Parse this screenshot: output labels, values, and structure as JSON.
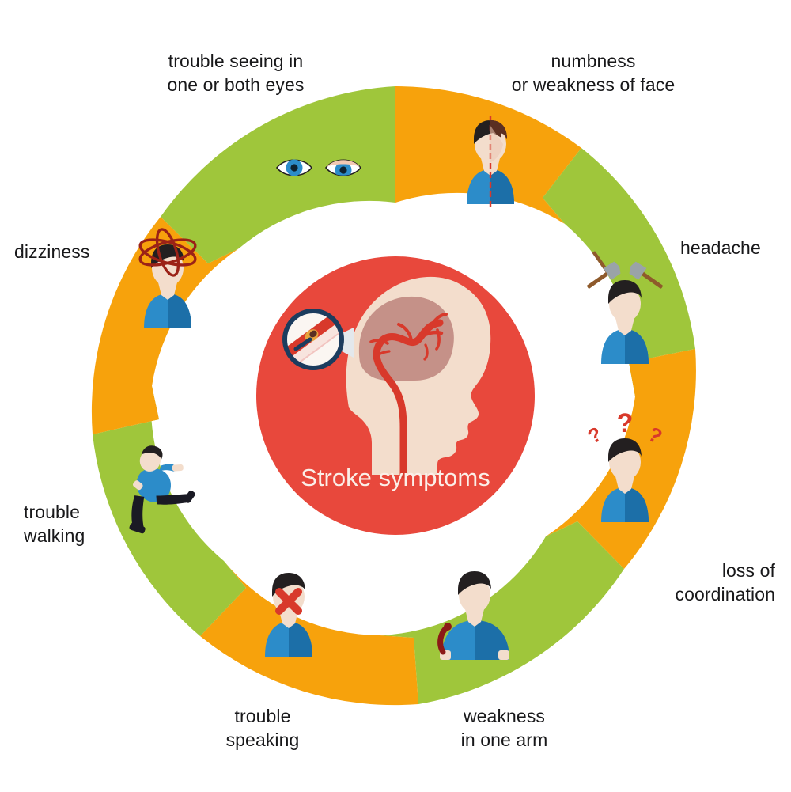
{
  "title": "Stroke symptoms infographic",
  "center": {
    "caption": "Stroke symptoms",
    "icons": [
      {
        "name": "head-profile-icon"
      },
      {
        "name": "brain-icon"
      },
      {
        "name": "artery-icon"
      },
      {
        "name": "magnifier-icon"
      },
      {
        "name": "blood-clot-icon"
      }
    ]
  },
  "colors": {
    "green": "#9FC63B",
    "orange": "#F7A20C",
    "red": "#E8483C",
    "skin": "#F3DDCC",
    "brain": "#C59188",
    "artery": "#D8392B",
    "shirt": "#2C8CC9",
    "shirt_dark": "#1C6FA8",
    "hair": "#231F20",
    "hair_dark": "#5B2F22",
    "navy": "#1C3C5E",
    "text": "#18181a",
    "white": "#ffffff"
  },
  "segments": [
    {
      "id": "numbness",
      "label": "numbness\nor weakness of face",
      "color_key": "orange",
      "icon": "face-asymmetry-icon",
      "position": "top-right"
    },
    {
      "id": "headache",
      "label": "headache",
      "color_key": "green",
      "icon": "hammers-head-icon",
      "position": "right-upper"
    },
    {
      "id": "loss-of-coordination",
      "label": "loss of\ncoordination",
      "color_key": "orange",
      "icon": "question-marks-head-icon",
      "position": "right-lower"
    },
    {
      "id": "weakness-in-one-arm",
      "label": "weakness\nin one arm",
      "color_key": "green",
      "icon": "drooping-arm-icon",
      "position": "bottom-right"
    },
    {
      "id": "trouble-speaking",
      "label": "trouble\nspeaking",
      "color_key": "orange",
      "icon": "crossed-mouth-icon",
      "position": "bottom-left"
    },
    {
      "id": "trouble-walking",
      "label": "trouble\nwalking",
      "color_key": "green",
      "icon": "stumbling-person-icon",
      "position": "left-lower"
    },
    {
      "id": "dizziness",
      "label": "dizziness",
      "color_key": "orange",
      "icon": "swirl-head-icon",
      "position": "left-upper"
    },
    {
      "id": "trouble-seeing",
      "label": "trouble seeing in\none or both eyes",
      "color_key": "green",
      "icon": "eyes-icon",
      "position": "top-left"
    }
  ]
}
